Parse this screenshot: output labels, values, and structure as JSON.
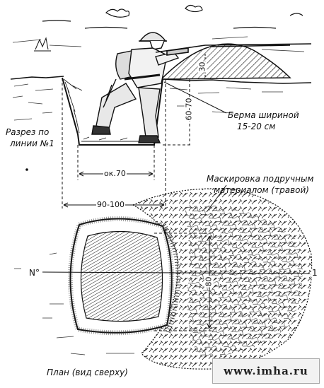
{
  "labels": {
    "section": [
      "Разрез по",
      "линии №1"
    ],
    "berm": [
      "Берма шириной",
      "15-20 см"
    ],
    "camouflage": [
      "Маскировка подручным",
      "материалом (травой)"
    ],
    "plan": "План (вид сверху)"
  },
  "dimensions": {
    "parapet_height": "30",
    "depth": "60-70",
    "bottom_width": "ок.70",
    "top_width": "90-100",
    "plan_width": "80"
  },
  "line_markers": {
    "left": "N°",
    "right": "1"
  },
  "watermark": "www.imha.ru"
}
